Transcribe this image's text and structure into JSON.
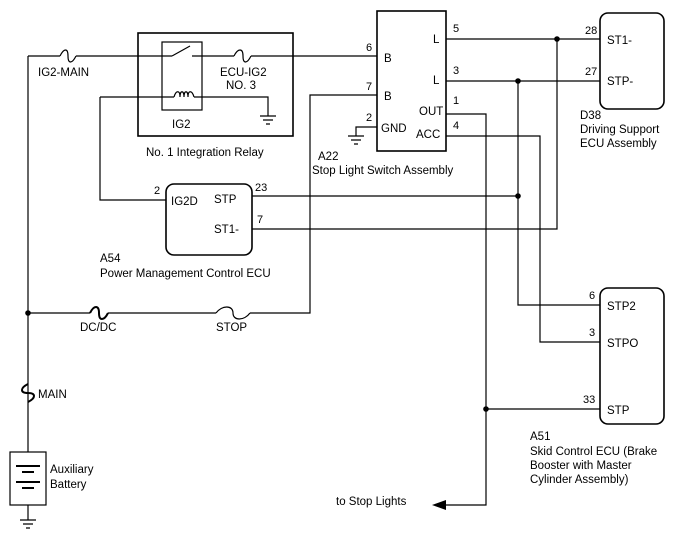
{
  "relay": {
    "name": "No. 1 Integration Relay",
    "coil": "IG2",
    "fuse_main": "IG2-MAIN",
    "fuse_ecu_line1": "ECU-IG2",
    "fuse_ecu_line2": "NO. 3"
  },
  "stop_switch": {
    "code": "A22",
    "name": "Stop Light Switch Assembly",
    "pins": [
      {
        "no": "6",
        "label": "B"
      },
      {
        "no": "7",
        "label": "B"
      },
      {
        "no": "2",
        "label": "GND"
      },
      {
        "no": "5",
        "label": "L"
      },
      {
        "no": "3",
        "label": "L"
      },
      {
        "no": "1",
        "label": "OUT"
      },
      {
        "no": "4",
        "label": "ACC"
      }
    ]
  },
  "driving_ecu": {
    "code": "D38",
    "name_line1": "Driving Support",
    "name_line2": "ECU Assembly",
    "pins": [
      {
        "no": "28",
        "label": "ST1-"
      },
      {
        "no": "27",
        "label": "STP-"
      }
    ]
  },
  "power_ecu": {
    "code": "A54",
    "name": "Power Management Control ECU",
    "pins": [
      {
        "no": "2",
        "label": "IG2D"
      },
      {
        "no": "23",
        "label": "STP"
      },
      {
        "no": "7",
        "label": "ST1-"
      }
    ]
  },
  "skid_ecu": {
    "code": "A51",
    "name_line1": "Skid Control ECU (Brake",
    "name_line2": "Booster with Master",
    "name_line3": "Cylinder Assembly)",
    "pins": [
      {
        "no": "6",
        "label": "STP2"
      },
      {
        "no": "3",
        "label": "STPO"
      },
      {
        "no": "33",
        "label": "STP"
      }
    ]
  },
  "fuses": {
    "dcdc": "DC/DC",
    "stop": "STOP",
    "main": "MAIN"
  },
  "battery": {
    "line1": "Auxiliary",
    "line2": "Battery"
  },
  "output": {
    "to_stop_lights": "to Stop Lights"
  }
}
